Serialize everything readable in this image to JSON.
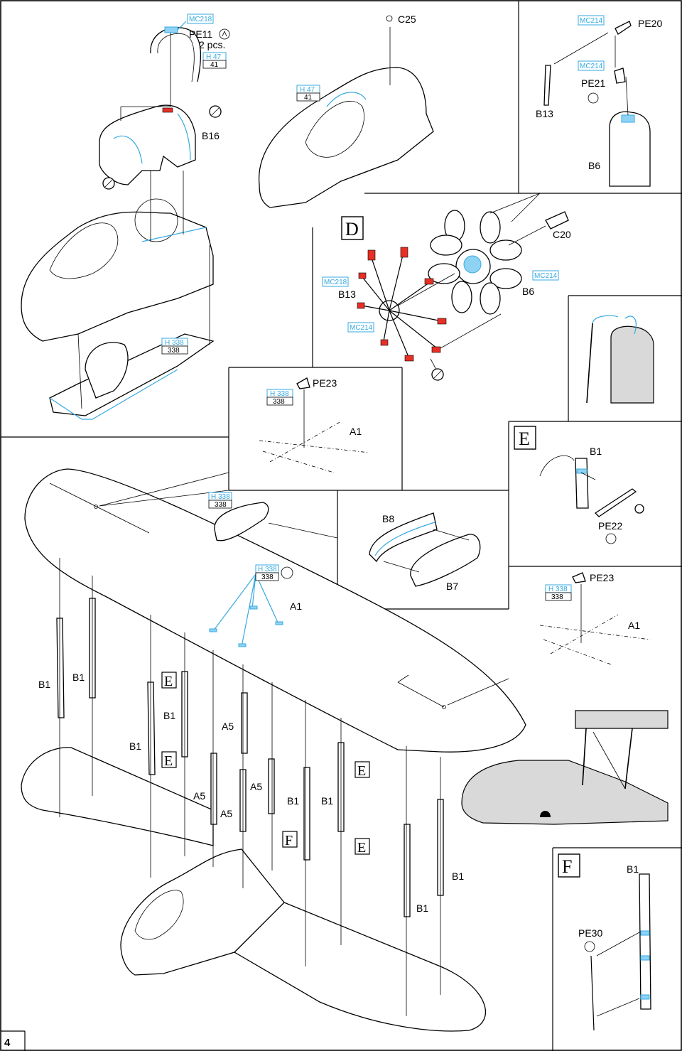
{
  "page_number": "4",
  "colors": {
    "photo_etch_highlight": "#36a9e1",
    "rigging_red": "#e63027",
    "outline": "#000000"
  },
  "top_left": {
    "mc218": "MC218",
    "pe11": "PE11",
    "pe11_qty": "2 pcs.",
    "h47": "H 47",
    "h47_code": "41",
    "b16": "B16",
    "h338": "H 338",
    "h338_code": "338"
  },
  "top_middle": {
    "c25": "C25",
    "h47": "H 47",
    "h47_code": "41"
  },
  "top_right": {
    "mc214_a": "MC214",
    "pe20": "PE20",
    "mc214_b": "MC214",
    "pe21": "PE21",
    "b13": "B13",
    "b6": "B6"
  },
  "section_d": {
    "letter": "D",
    "c20": "C20",
    "mc218": "MC218",
    "b13": "B13",
    "mc214_a": "MC214",
    "b6": "B6",
    "mc214_b": "MC214"
  },
  "inset_pe23_a": {
    "h338": "H 338",
    "h338_code": "338",
    "pe23": "PE23",
    "a1": "A1"
  },
  "section_e": {
    "letter": "E",
    "b1": "B1",
    "pe22": "PE22"
  },
  "inset_b8": {
    "b8": "B8",
    "b7": "B7"
  },
  "inset_pe23_b": {
    "h338": "H 338",
    "h338_code": "338",
    "pe23": "PE23",
    "a1": "A1"
  },
  "wing": {
    "h338_a": "H 338",
    "h338_a_code": "338",
    "h338_b": "H 338",
    "h338_b_code": "338",
    "a1": "A1",
    "b1": "B1",
    "a5": "A5",
    "e": "E",
    "f": "F"
  },
  "section_f": {
    "letter": "F",
    "b1": "B1",
    "pe30": "PE30"
  }
}
